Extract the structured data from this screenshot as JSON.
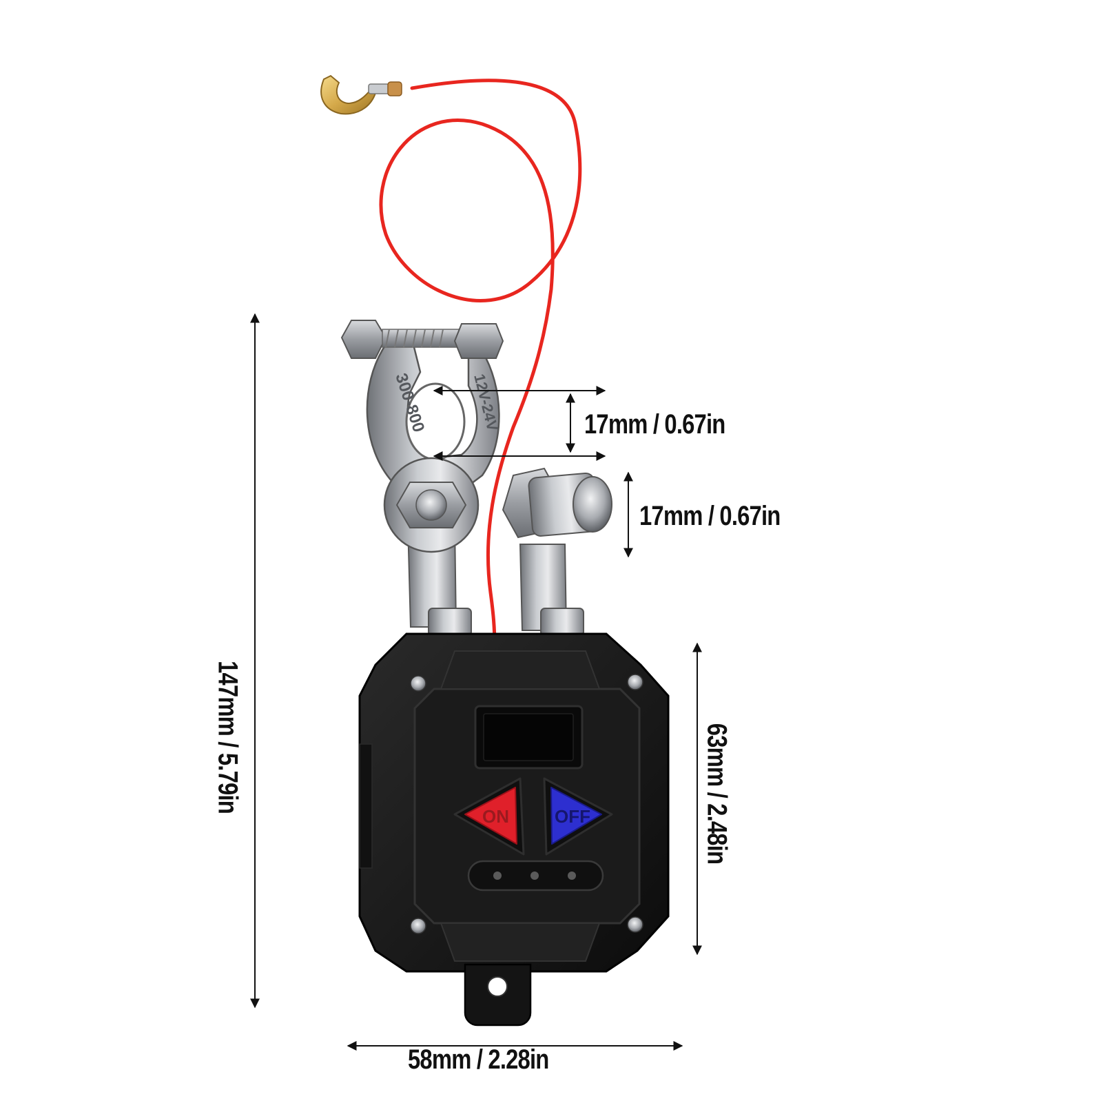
{
  "product": {
    "buttons": {
      "on_label": "ON",
      "off_label": "OFF",
      "on_color": "#e0202a",
      "off_color": "#2d2fd0"
    },
    "clamp_stamp": {
      "left_text": "300-800",
      "right_text": "12V-24V"
    },
    "wire_color": "#e8261f",
    "body_color": "#161616"
  },
  "dimensions": {
    "clamp_height": "17mm / 0.67in",
    "post_height": "17mm / 0.67in",
    "total_height": "147mm / 5.79in",
    "body_height": "63mm / 2.48in",
    "width": "58mm / 2.28in"
  }
}
